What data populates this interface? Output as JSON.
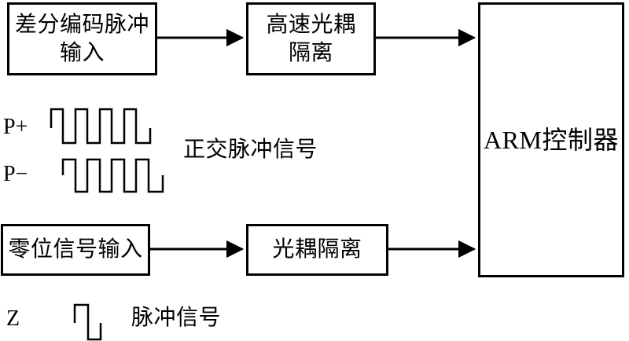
{
  "blocks": {
    "diff_input": {
      "label": "差分编码脉冲\n输入"
    },
    "hs_opto": {
      "label": "高速光耦\n隔离"
    },
    "arm": {
      "label": "ARM控制器"
    },
    "zero_input": {
      "label": "零位信号输入"
    },
    "opto": {
      "label": "光耦隔离"
    }
  },
  "signals": {
    "p_plus": {
      "label": "P+"
    },
    "p_minus": {
      "label": "P−"
    },
    "z": {
      "label": "Z"
    },
    "quad_caption": "正交脉冲信号",
    "pulse_caption": "脉冲信号"
  },
  "colors": {
    "line": "#000000",
    "background": "#ffffff"
  }
}
